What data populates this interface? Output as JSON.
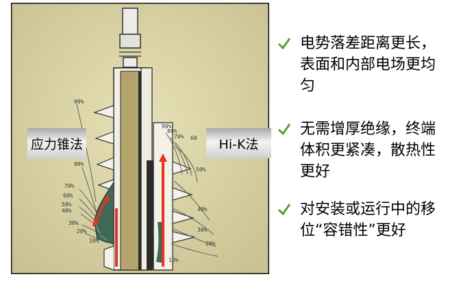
{
  "figure": {
    "labels": {
      "left": "应力锥法",
      "right": "Hi-K法"
    },
    "left_percent_marks": [
      "90%",
      "80%",
      "70%",
      "60%",
      "50%",
      "40%",
      "30%",
      "20%",
      "10%"
    ],
    "right_percent_marks": [
      "90%",
      "80%",
      "70%",
      "60",
      "50%",
      "40%",
      "30%",
      "20%",
      "10%"
    ]
  },
  "bullets": [
    {
      "text": "电势落差距离更长，\n表面和内部电场更均\n匀"
    },
    {
      "text": "无需增厚绝缘，终端\n体积更紧凑，散热性\n更好"
    },
    {
      "text": "对安装或运行中的移\n位“容错性”更好"
    }
  ],
  "colors": {
    "check": "#5aa02c",
    "arrow": "#e8341c",
    "photo_bg": "#d8d2a4",
    "frame": "#111111",
    "stress_cone": "#3f6a57"
  }
}
